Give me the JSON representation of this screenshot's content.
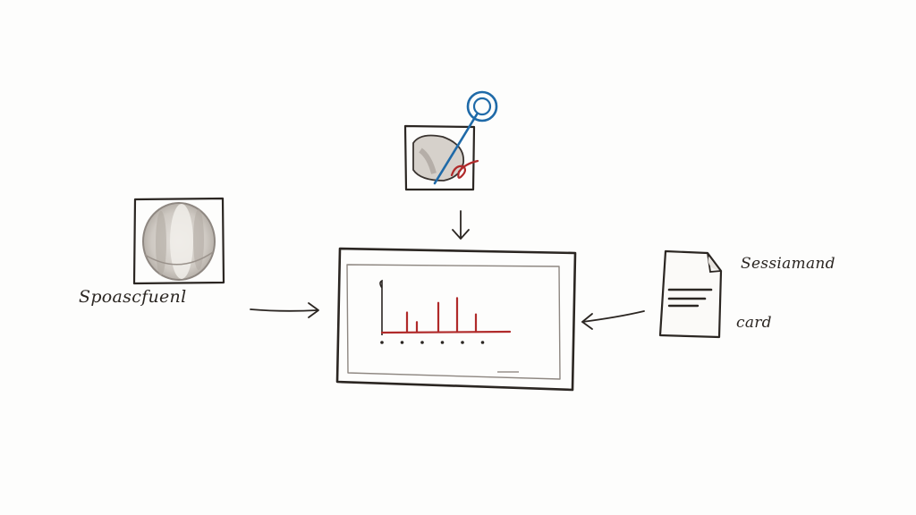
{
  "labels": {
    "left_node": "Spoascfuenl",
    "right_node_top": "Sessiamand",
    "right_node_bottom": "card"
  },
  "colors": {
    "ink": "#2b2622",
    "pencil_gray": "#b8b2ab",
    "accent_red": "#b02a2a",
    "accent_blue": "#1f6aa8"
  },
  "chart_data": {
    "type": "bar",
    "values": [
      2,
      1,
      3,
      3.5,
      1.8
    ],
    "ylim": [
      0,
      4
    ]
  }
}
